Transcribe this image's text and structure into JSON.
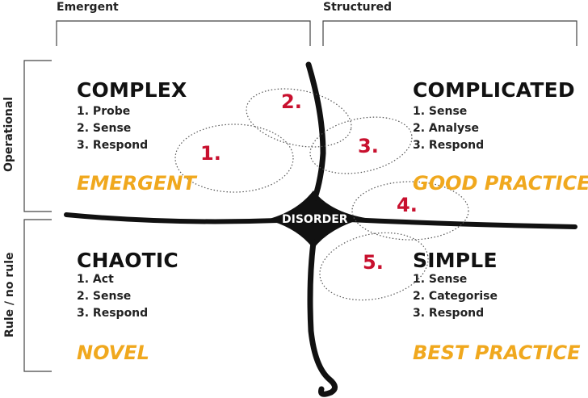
{
  "header": {
    "emergent": "Emergent",
    "structured": "Structured"
  },
  "side": {
    "operational": "Operational",
    "rule": "Rule / no rule"
  },
  "center": {
    "label": "DISORDER"
  },
  "quadrants": {
    "complex": {
      "title": "COMPLEX",
      "steps": [
        "1. Probe",
        "2. Sense",
        "3. Respond"
      ],
      "practice": "EMERGENT"
    },
    "complicated": {
      "title": "COMPLICATED",
      "steps": [
        "1. Sense",
        "2. Analyse",
        "3. Respond"
      ],
      "practice": "GOOD PRACTICE"
    },
    "chaotic": {
      "title": "CHAOTIC",
      "steps": [
        "1. Act",
        "2. Sense",
        "3. Respond"
      ],
      "practice": "NOVEL"
    },
    "simple": {
      "title": "SIMPLE",
      "steps": [
        "1. Sense",
        "2. Categorise",
        "3. Respond"
      ],
      "practice": "BEST PRACTICE"
    }
  },
  "transitions": [
    "1.",
    "2.",
    "3.",
    "4.",
    "5."
  ],
  "colors": {
    "practice": "#f0a81e",
    "number": "#c8102e",
    "ink": "#111111"
  }
}
